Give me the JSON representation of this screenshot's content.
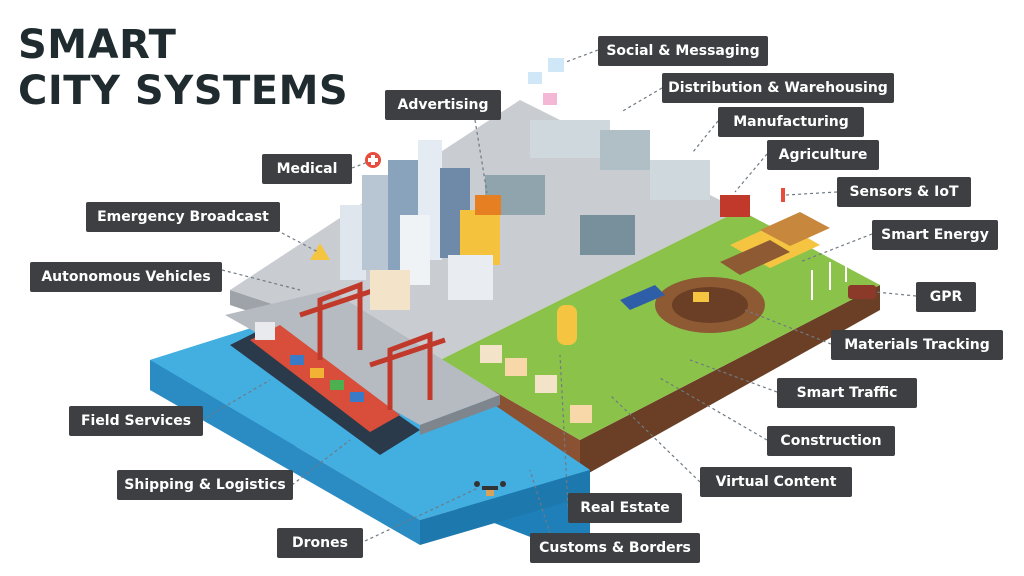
{
  "title": {
    "line1": "SMART",
    "line2": "CITY SYSTEMS"
  },
  "labels": {
    "social": "Social & Messaging",
    "distribution": "Distribution & Warehousing",
    "manufacturing": "Manufacturing",
    "agriculture": "Agriculture",
    "sensors": "Sensors & IoT",
    "smart_energy": "Smart Energy",
    "gpr": "GPR",
    "materials": "Materials Tracking",
    "smart_traffic": "Smart Traffic",
    "construction": "Construction",
    "virtual_content": "Virtual Content",
    "real_estate": "Real Estate",
    "customs": "Customs & Borders",
    "drones": "Drones",
    "shipping": "Shipping & Logistics",
    "field_services": "Field Services",
    "autonomous": "Autonomous Vehicles",
    "emergency": "Emergency Broadcast",
    "medical": "Medical",
    "advertising": "Advertising"
  },
  "colors": {
    "label_bg": "#3d3f42",
    "label_text": "#ffffff",
    "water": "#3fa7db",
    "grass": "#7cb342",
    "soil": "#7a4a2e",
    "title": "#1f2b2e"
  },
  "icons": [
    "medical-cross-icon",
    "warning-sign-icon",
    "drone-icon",
    "billboard-icon",
    "chat-bubble-icon",
    "thermometer-icon",
    "pipe-icon",
    "wind-turbine-icon",
    "solar-panel-icon"
  ]
}
